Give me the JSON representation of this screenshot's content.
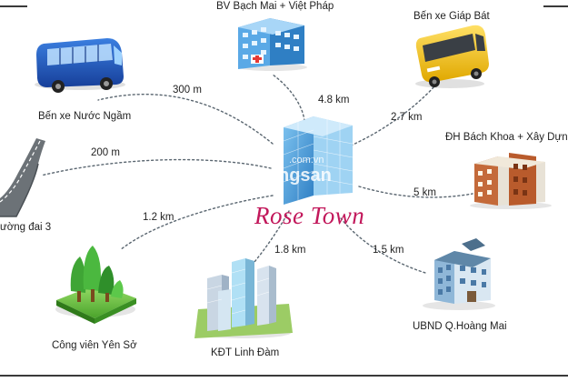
{
  "hub": {
    "name": "Rose Town",
    "watermark_domain": ".com.vn",
    "watermark_brand": "ngsan"
  },
  "destinations": [
    {
      "key": "bus-station-nuoc-ngam",
      "label": "Bến xe Nước Ngầm",
      "distance": "300 m",
      "icon": "bus-icon"
    },
    {
      "key": "hospital-bach-mai",
      "label": "BV Bạch Mai + Việt Pháp",
      "distance": "4.8 km",
      "icon": "hospital-icon"
    },
    {
      "key": "bus-station-giap-bat",
      "label": "Bến xe Giáp Bát",
      "distance": "2.7 km",
      "icon": "yellow-bus-icon"
    },
    {
      "key": "university-bach-khoa",
      "label": "ĐH Bách Khoa + Xây Dựng",
      "distance": "5 km",
      "icon": "university-building-icon"
    },
    {
      "key": "ring-road-3",
      "label": "ường đai 3",
      "distance": "200 m",
      "icon": "road-icon"
    },
    {
      "key": "yen-so-park",
      "label": "Công viên Yên Sở",
      "distance": "1.2 km",
      "icon": "park-tree-icon"
    },
    {
      "key": "linh-dam-urban-area",
      "label": "KĐT Linh Đàm",
      "distance": "1.8 km",
      "icon": "city-towers-icon"
    },
    {
      "key": "hoang-mai-peoples-committee",
      "label": "UBND Q.Hoàng Mai",
      "distance": "1.5 km",
      "icon": "office-building-icon"
    }
  ],
  "colors": {
    "route_line": "#5a6670",
    "brand_text": "#c2185b",
    "glass_tower": "#4a9fd8",
    "bus_blue": "#1e5bc6",
    "bus_yellow": "#f4c20d",
    "tree_green": "#3fa535",
    "road_gray": "#6c7277"
  }
}
